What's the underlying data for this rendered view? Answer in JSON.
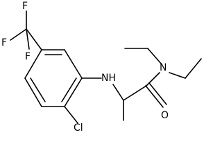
{
  "molecule": {
    "atoms": {
      "f_top": "F",
      "f_left": "F",
      "f_bottom": "F",
      "nh": "NH",
      "n_amide": "N",
      "o_carbonyl": "O",
      "cl": "Cl"
    }
  }
}
